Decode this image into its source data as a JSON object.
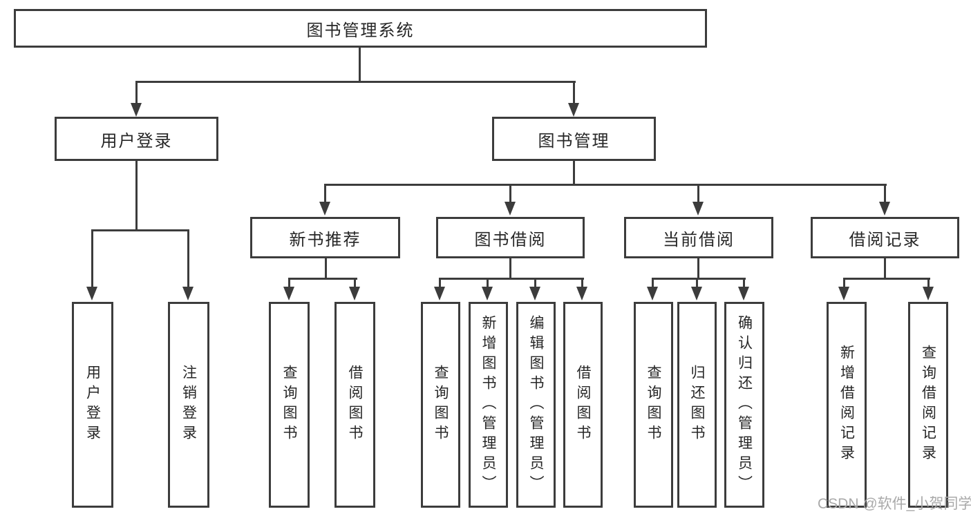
{
  "colors": {
    "line": "#3c3c3c",
    "box_border": "#3c3c3c",
    "text": "#262626",
    "watermark": "#a9a9a9",
    "background": "#ffffff"
  },
  "watermark": "CSDN @软件_小贺同学",
  "tree": {
    "root": {
      "label": "图书管理系统",
      "children": [
        {
          "label": "用户登录",
          "children": [
            {
              "label": "用户登录"
            },
            {
              "label": "注销登录"
            }
          ]
        },
        {
          "label": "图书管理",
          "children": [
            {
              "label": "新书推荐",
              "children": [
                {
                  "label": "查询图书"
                },
                {
                  "label": "借阅图书"
                }
              ]
            },
            {
              "label": "图书借阅",
              "children": [
                {
                  "label": "查询图书"
                },
                {
                  "label": "新增图书（管理员）"
                },
                {
                  "label": "编辑图书（管理员）"
                },
                {
                  "label": "借阅图书"
                }
              ]
            },
            {
              "label": "当前借阅",
              "children": [
                {
                  "label": "查询图书"
                },
                {
                  "label": "归还图书"
                },
                {
                  "label": "确认归还（管理员）"
                }
              ]
            },
            {
              "label": "借阅记录",
              "children": [
                {
                  "label": "新增借阅记录"
                },
                {
                  "label": "查询借阅记录"
                }
              ]
            }
          ]
        }
      ]
    }
  }
}
